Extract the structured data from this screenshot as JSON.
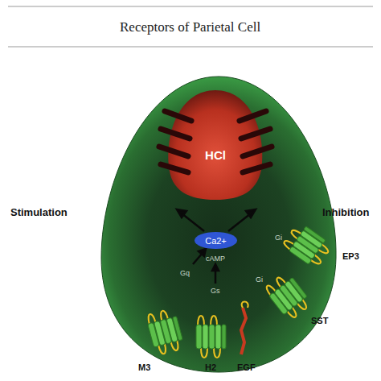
{
  "diagram": {
    "title": "Receptors of Parietal Cell",
    "nodes": [
      {
        "text": [
          "HCl"
        ]
      },
      {
        "text": [
          "Ca2+"
        ]
      }
    ],
    "labels": [
      "Stimulation",
      "Inhibition",
      "cAMP",
      "Gq",
      "Gs",
      "Gi",
      "Gi",
      "EP3",
      "SST",
      "EGF",
      "M3",
      "H2"
    ]
  }
}
